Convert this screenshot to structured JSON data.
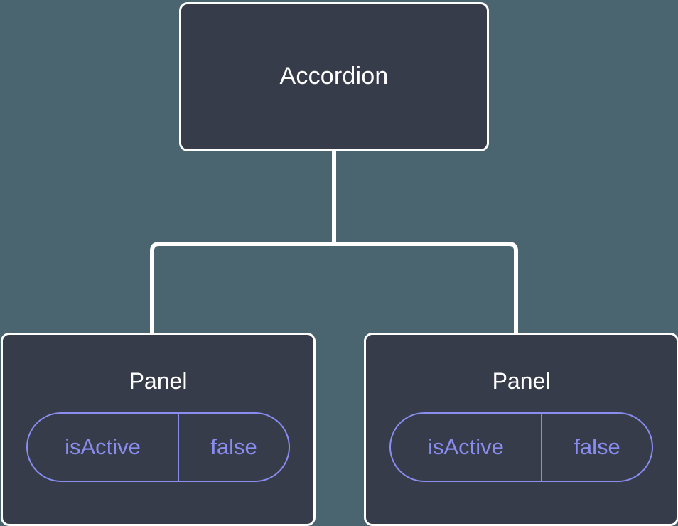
{
  "diagram": {
    "type": "component-tree",
    "background_color": "#4b6570",
    "node_fill_color": "#373c4b",
    "node_border_color": "#ffffff",
    "edge_color": "#ffffff",
    "accent_color": "#8a8df0",
    "root": {
      "title": "Accordion"
    },
    "children": [
      {
        "title": "Panel",
        "state": {
          "key": "isActive",
          "value": "false"
        }
      },
      {
        "title": "Panel",
        "state": {
          "key": "isActive",
          "value": "false"
        }
      }
    ],
    "edges": [
      {
        "from": "Accordion",
        "to": "Panel (left)"
      },
      {
        "from": "Accordion",
        "to": "Panel (right)"
      }
    ]
  }
}
